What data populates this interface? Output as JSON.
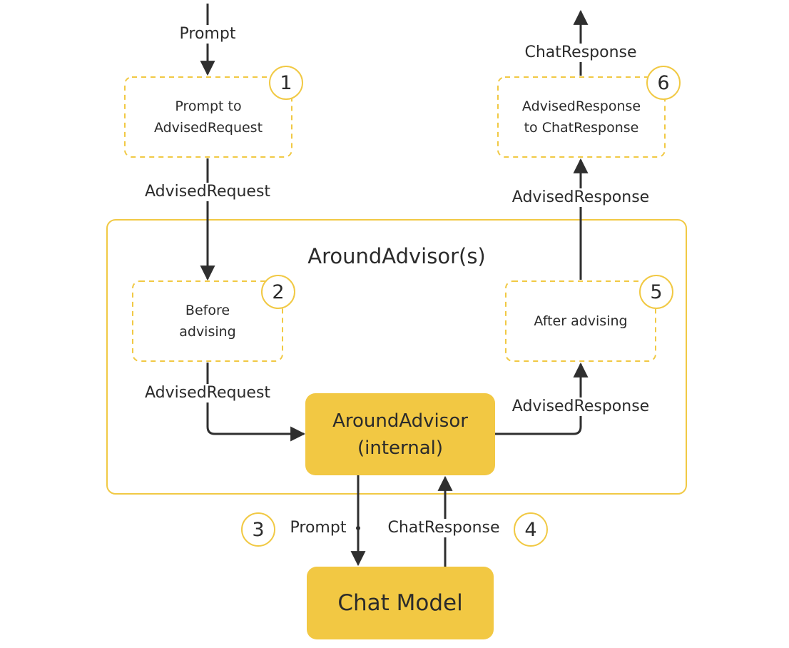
{
  "group": {
    "title": "AroundAdvisor(s)"
  },
  "steps": {
    "s1": {
      "number": "1",
      "text": "Prompt to\nAdvisedRequest"
    },
    "s2": {
      "number": "2",
      "text": "Before\nadvising"
    },
    "s3": {
      "number": "3"
    },
    "s4": {
      "number": "4"
    },
    "s5": {
      "number": "5",
      "text": "After advising"
    },
    "s6": {
      "number": "6",
      "text": "AdvisedResponse\nto ChatResponse"
    }
  },
  "nodes": {
    "internal": "AroundAdvisor\n(internal)",
    "chat_model": "Chat Model"
  },
  "edges": {
    "prompt_in": "Prompt",
    "advised_request_1": "AdvisedRequest",
    "advised_request_2": "AdvisedRequest",
    "prompt_down": "Prompt",
    "chat_response_up": "ChatResponse",
    "advised_response_1": "AdvisedResponse",
    "advised_response_2": "AdvisedResponse",
    "chat_response_out": "ChatResponse"
  },
  "colors": {
    "accent": "#f2c843",
    "border": "#f1c944",
    "line": "#2f2f2f"
  }
}
